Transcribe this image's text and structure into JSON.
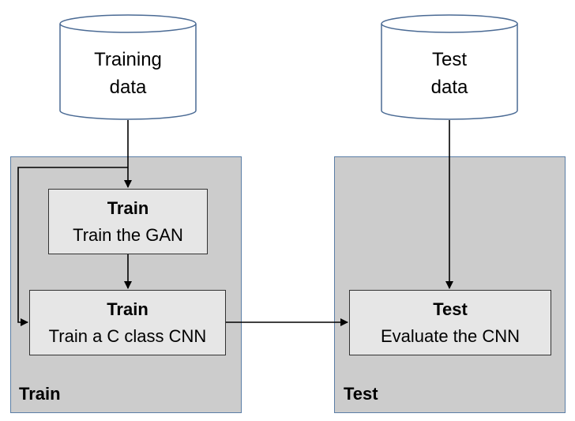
{
  "datastores": {
    "training": {
      "line1": "Training",
      "line2": "data"
    },
    "test": {
      "line1": "Test",
      "line2": "data"
    }
  },
  "panels": {
    "train": {
      "label": "Train"
    },
    "test": {
      "label": "Test"
    }
  },
  "boxes": {
    "train_gan": {
      "title": "Train",
      "text": "Train the GAN"
    },
    "train_cnn": {
      "title": "Train",
      "text": "Train a C class CNN"
    },
    "evaluate_cnn": {
      "title": "Test",
      "text": "Evaluate the CNN"
    }
  },
  "colors": {
    "panel_fill": "#cccccc",
    "panel_border": "#5b7ea6",
    "box_fill": "#e6e6e6",
    "cylinder_border": "#4a6a94"
  }
}
